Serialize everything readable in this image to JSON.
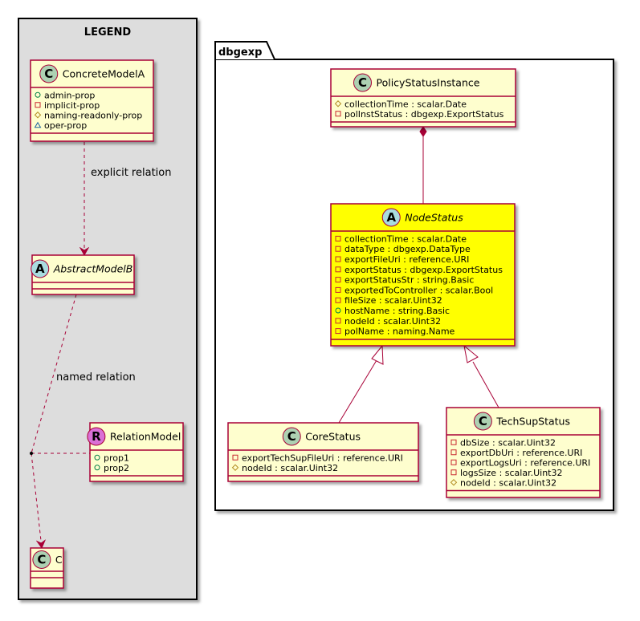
{
  "legend": {
    "title": "LEGEND",
    "concrete": {
      "stereo": "C",
      "name": "ConcreteModelA",
      "members": [
        {
          "vis": "+",
          "text": "admin-prop"
        },
        {
          "vis": "-",
          "text": "implicit-prop"
        },
        {
          "vis": "#",
          "text": "naming-readonly-prop"
        },
        {
          "vis": "~",
          "text": "oper-prop"
        }
      ]
    },
    "abstract": {
      "stereo": "A",
      "name": "AbstractModelB"
    },
    "relation_model": {
      "stereo": "R",
      "name": "RelationModel",
      "members": [
        {
          "vis": "+",
          "text": "prop1"
        },
        {
          "vis": "+",
          "text": "prop2"
        }
      ]
    },
    "c_class": {
      "stereo": "C",
      "name": "C"
    },
    "explicit_relation": "explicit relation",
    "named_relation": "named relation"
  },
  "package": {
    "name": "dbgexp",
    "policy": {
      "stereo": "C",
      "name": "PolicyStatusInstance",
      "members": [
        {
          "vis": "#",
          "text": "collectionTime : scalar.Date"
        },
        {
          "vis": "-",
          "text": "polInstStatus : dbgexp.ExportStatus"
        }
      ]
    },
    "node": {
      "stereo": "A",
      "name": "NodeStatus",
      "members": [
        {
          "vis": "-",
          "text": "collectionTime : scalar.Date"
        },
        {
          "vis": "-",
          "text": "dataType : dbgexp.DataType"
        },
        {
          "vis": "-",
          "text": "exportFileUri : reference.URI"
        },
        {
          "vis": "-",
          "text": "exportStatus : dbgexp.ExportStatus"
        },
        {
          "vis": "-",
          "text": "exportStatusStr : string.Basic"
        },
        {
          "vis": "-",
          "text": "exportedToController : scalar.Bool"
        },
        {
          "vis": "-",
          "text": "fileSize : scalar.Uint32"
        },
        {
          "vis": "+",
          "text": "hostName : string.Basic"
        },
        {
          "vis": "-",
          "text": "nodeId : scalar.Uint32"
        },
        {
          "vis": "-",
          "text": "polName : naming.Name"
        }
      ]
    },
    "core": {
      "stereo": "C",
      "name": "CoreStatus",
      "members": [
        {
          "vis": "-",
          "text": "exportTechSupFileUri : reference.URI"
        },
        {
          "vis": "#",
          "text": "nodeId : scalar.Uint32"
        }
      ]
    },
    "techsup": {
      "stereo": "C",
      "name": "TechSupStatus",
      "members": [
        {
          "vis": "-",
          "text": "dbSize : scalar.Uint32"
        },
        {
          "vis": "-",
          "text": "exportDbUri : reference.URI"
        },
        {
          "vis": "-",
          "text": "exportLogsUri : reference.URI"
        },
        {
          "vis": "-",
          "text": "logsSize : scalar.Uint32"
        },
        {
          "vis": "#",
          "text": "nodeId : scalar.Uint32"
        }
      ]
    }
  },
  "colors": {
    "class_fill": "#FEFECE",
    "highlight_fill": "#FFFF00",
    "border": "#A80036",
    "legend_bg": "#DDDDDD",
    "badge_c": "#ADD1B2",
    "badge_a": "#A9DCDF",
    "badge_r": "#DA70D6",
    "vis_private": "#C82930",
    "vis_public": "#038048",
    "vis_protected": "#B38D22",
    "vis_package": "#1963A0"
  }
}
